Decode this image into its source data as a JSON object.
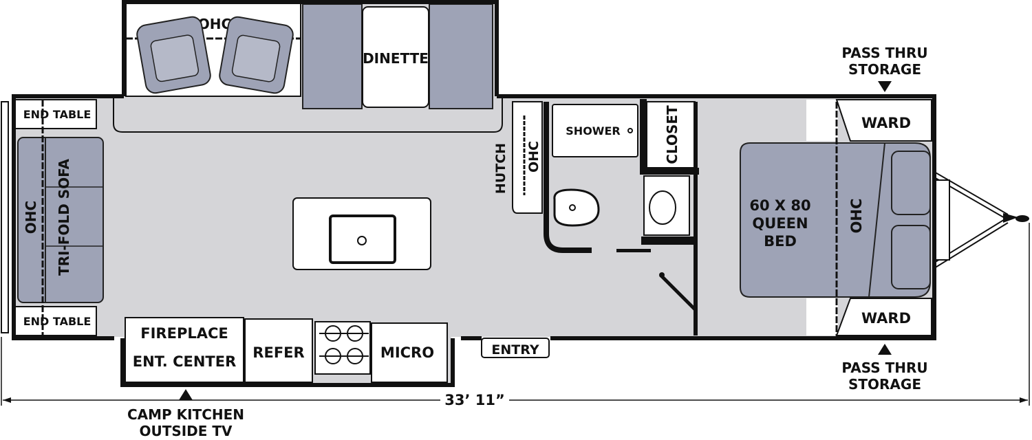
{
  "title": "Travel Trailer Floor Plan",
  "colors": {
    "floor": "#d5d5d8",
    "furniture": "#9ea3b6",
    "wall": "#111111"
  },
  "labels": {
    "ohc_top": "OHC",
    "dinette": "DINETTE",
    "end_table_top": "END TABLE",
    "end_table_bottom": "END TABLE",
    "ohc_sofa": "OHC",
    "tri_fold_sofa": "TRI-FOLD SOFA",
    "hutch": "HUTCH",
    "ohc_hutch": "OHC",
    "shower": "SHOWER",
    "closet": "CLOSET",
    "bed_line1": "60 X 80",
    "bed_line2": "QUEEN",
    "bed_line3": "BED",
    "ohc_bed": "OHC",
    "ward_top": "WARD",
    "ward_bottom": "WARD",
    "pass_thru_top_1": "PASS THRU",
    "pass_thru_top_2": "STORAGE",
    "pass_thru_bottom_1": "PASS THRU",
    "pass_thru_bottom_2": "STORAGE",
    "fireplace_1": "FIREPLACE",
    "fireplace_2": "ENT. CENTER",
    "refer": "REFER",
    "micro": "MICRO",
    "entry": "ENTRY",
    "camp_kitchen_1": "CAMP KITCHEN",
    "camp_kitchen_2": "OUTSIDE TV",
    "length": "33’ 11”"
  }
}
